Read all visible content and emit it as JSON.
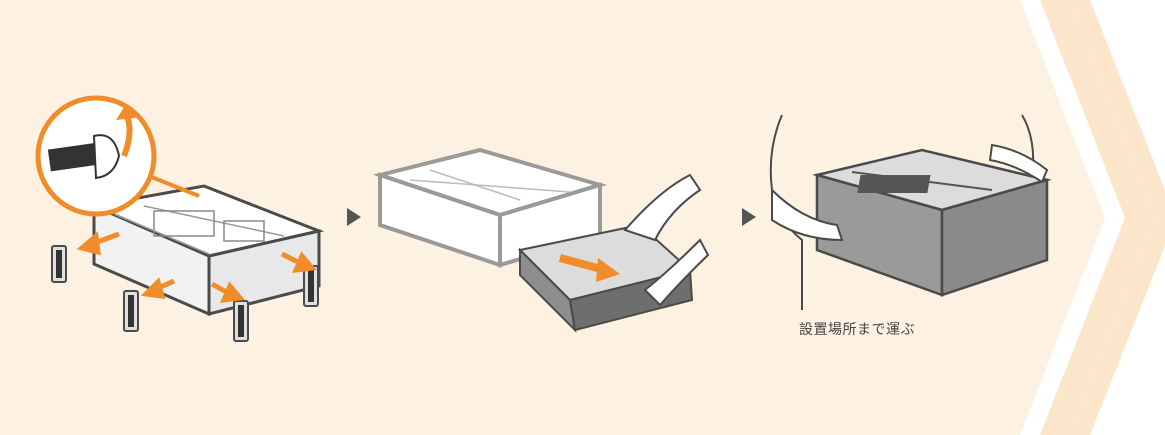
{
  "colors": {
    "background": "#fdf1e1",
    "chevron": "#fbe6cb",
    "accent_orange": "#f08c2a",
    "line": "#4a4a4a",
    "unit_gray": "#9a9a9a",
    "arrow_gray": "#555555"
  },
  "steps": [
    {
      "icon": "remove-tape-illustration",
      "arrow_color": "orange"
    },
    {
      "icon": "pull-out-drawer-illustration",
      "arrow_color": "orange"
    },
    {
      "icon": "carry-unit-illustration",
      "caption": "設置場所まで運ぶ"
    }
  ],
  "step_separator_icon": "triangle-right-icon"
}
